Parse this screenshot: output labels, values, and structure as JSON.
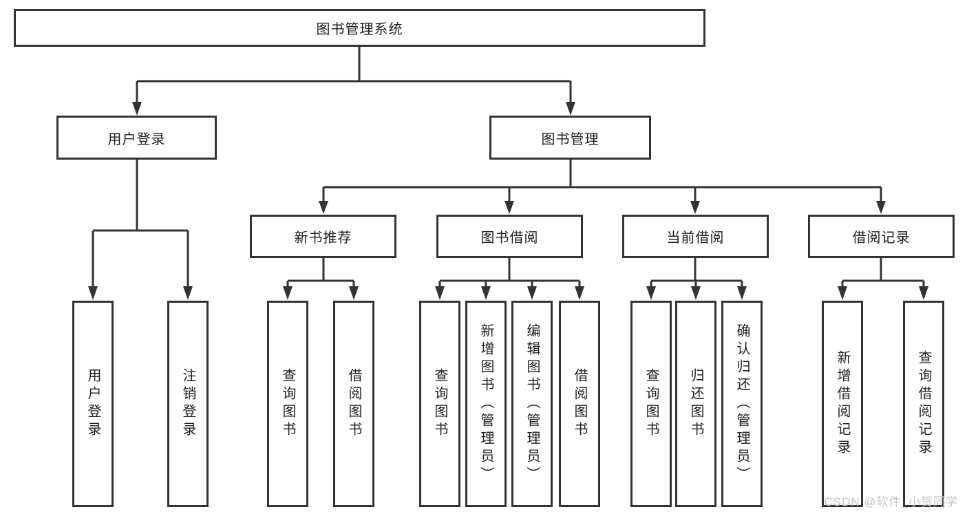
{
  "diagram": {
    "root": {
      "label": "图书管理系统"
    },
    "branches": [
      {
        "label": "用户登录",
        "children": [
          {
            "label": "用户登录"
          },
          {
            "label": "注销登录"
          }
        ]
      },
      {
        "label": "图书管理",
        "children": [
          {
            "label": "新书推荐",
            "children": [
              {
                "label": "查询图书"
              },
              {
                "label": "借阅图书"
              }
            ]
          },
          {
            "label": "图书借阅",
            "children": [
              {
                "label": "查询图书"
              },
              {
                "label": "新增图书（管理员）"
              },
              {
                "label": "编辑图书（管理员）"
              },
              {
                "label": "借阅图书"
              }
            ]
          },
          {
            "label": "当前借阅",
            "children": [
              {
                "label": "查询图书"
              },
              {
                "label": "归还图书"
              },
              {
                "label": "确认归还（管理员）"
              }
            ]
          },
          {
            "label": "借阅记录",
            "children": [
              {
                "label": "新增借阅记录"
              },
              {
                "label": "查询借阅记录"
              }
            ]
          }
        ]
      }
    ],
    "colors": {
      "line": "#333333",
      "text": "#1f1f1f",
      "box_background": "#ffffff"
    }
  },
  "watermark": {
    "text": "CSDN @软件_小贺同学",
    "color": "#c5c5c5"
  }
}
